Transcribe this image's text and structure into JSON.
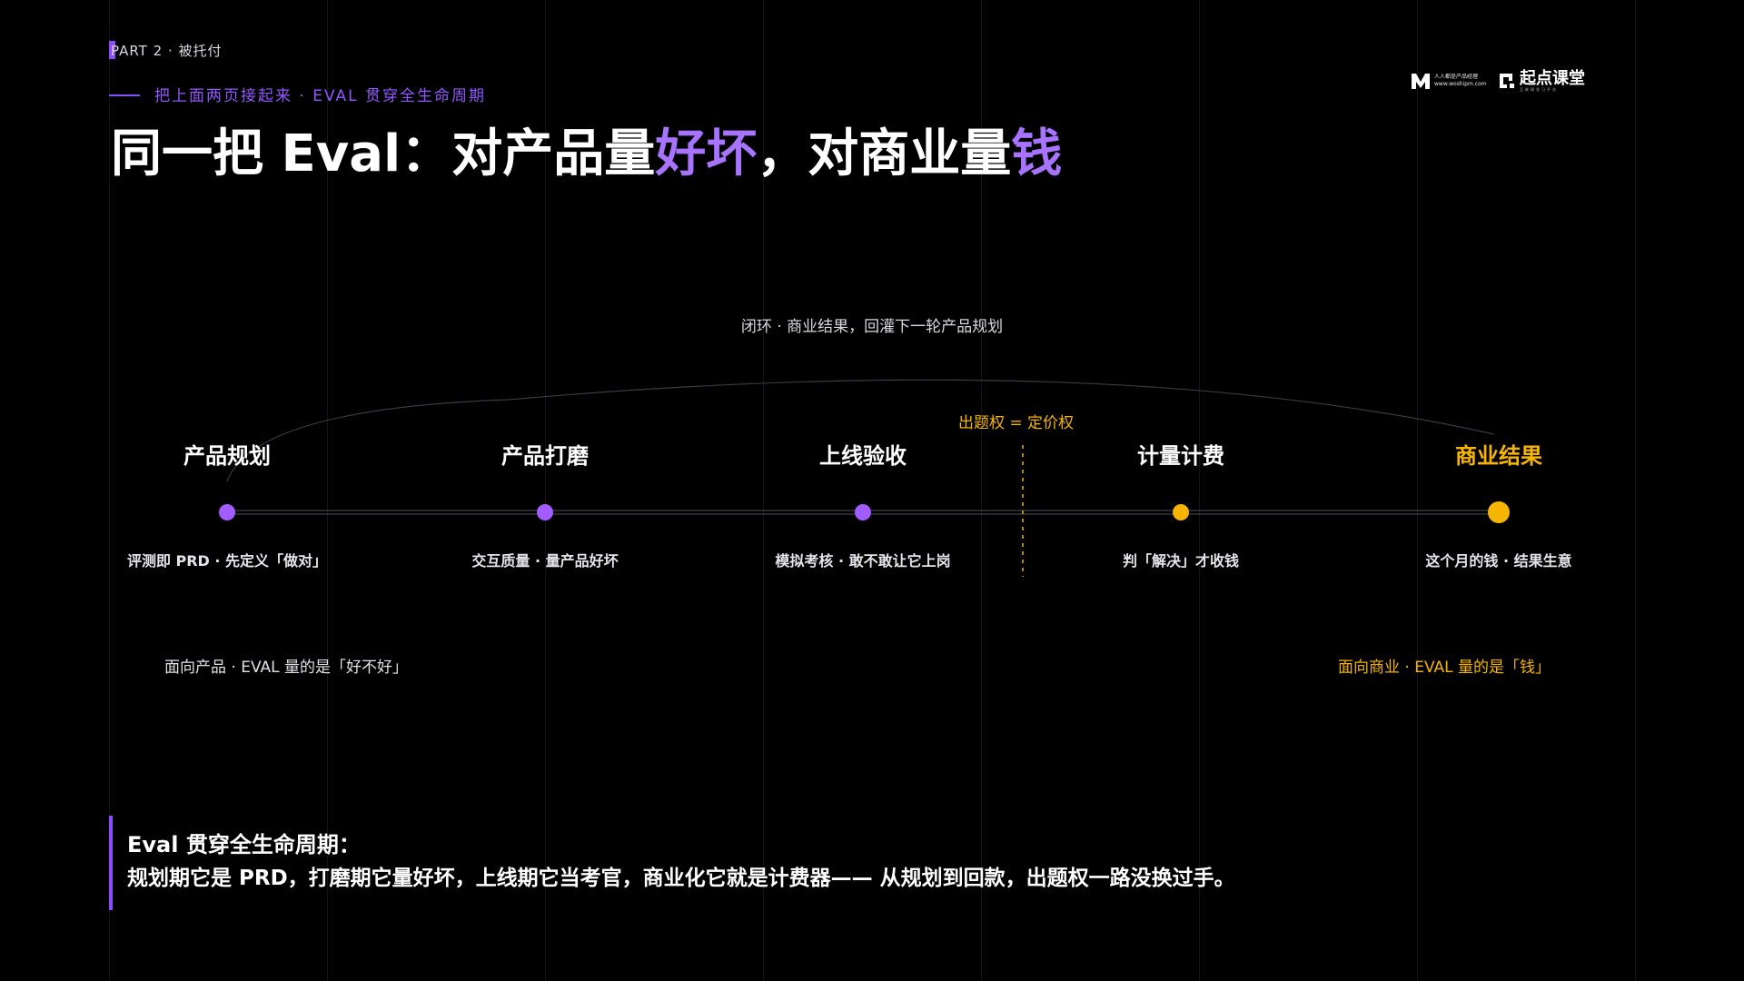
{
  "header": {
    "part": "PART 2 · 被托付",
    "subtitle": "把上面两页接起来 · EVAL 贯穿全生命周期",
    "title_prefix": "同一把 Eval：对产品量",
    "title_hl1": "好坏",
    "title_mid": "，对商业量",
    "title_hl2": "钱"
  },
  "logo": {
    "small_line1": "人人都是产品经理",
    "small_line2": "www.woshipm.com",
    "brand": "起点课堂",
    "brand_sub": "互联网学习平台"
  },
  "timeline": {
    "loop_label": "闭环 · 商业结果，回灌下一轮产品规划",
    "pricing_label": "出题权 = 定价权",
    "stages": [
      {
        "title": "产品规划",
        "desc": "评测即 PRD · 先定义「做对」"
      },
      {
        "title": "产品打磨",
        "desc": "交互质量 · 量产品好坏"
      },
      {
        "title": "上线验收",
        "desc": "模拟考核 · 敢不敢让它上岗"
      },
      {
        "title": "计量计费",
        "desc": "判「解决」才收钱"
      },
      {
        "title": "商业结果",
        "desc": "这个月的钱 · 结果生意"
      }
    ],
    "left_note": "面向产品 · EVAL 量的是「好不好」",
    "right_note": "面向商业 · EVAL 量的是「钱」"
  },
  "summary": {
    "heading": "Eval 贯穿全生命周期：",
    "body": "规划期它是 PRD，打磨期它量好坏，上线期它当考官，商业化它就是计费器—— 从规划到回款，出题权一路没换过手。"
  },
  "colors": {
    "purple": "#8b4dfb",
    "gold": "#f6b500",
    "background": "#000000"
  }
}
